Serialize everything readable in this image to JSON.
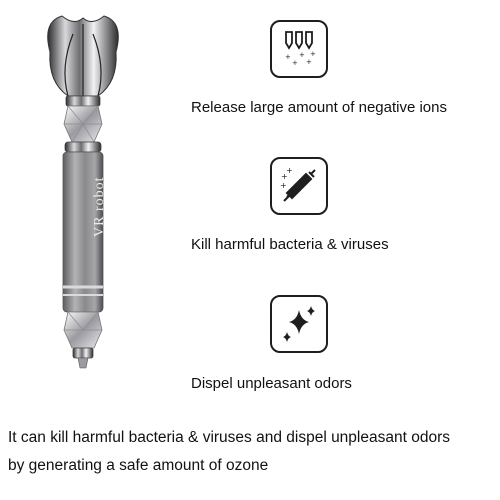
{
  "product": {
    "brand_text": "VR robot"
  },
  "features": [
    {
      "icon": "negative-ions-icon",
      "label": "Release large amount of negative ions"
    },
    {
      "icon": "syringe-bacteria-icon",
      "label": "Kill harmful bacteria & viruses"
    },
    {
      "icon": "sparkles-icon",
      "label": "Dispel unpleasant odors"
    }
  ],
  "description": {
    "line1": "It can kill harmful bacteria & viruses and dispel unpleasant odors",
    "line2": "by generating a safe amount of ozone"
  },
  "colors": {
    "icon_stroke": "#1e1e1e",
    "body_metal": "#8a8a8c",
    "text": "#111111"
  }
}
